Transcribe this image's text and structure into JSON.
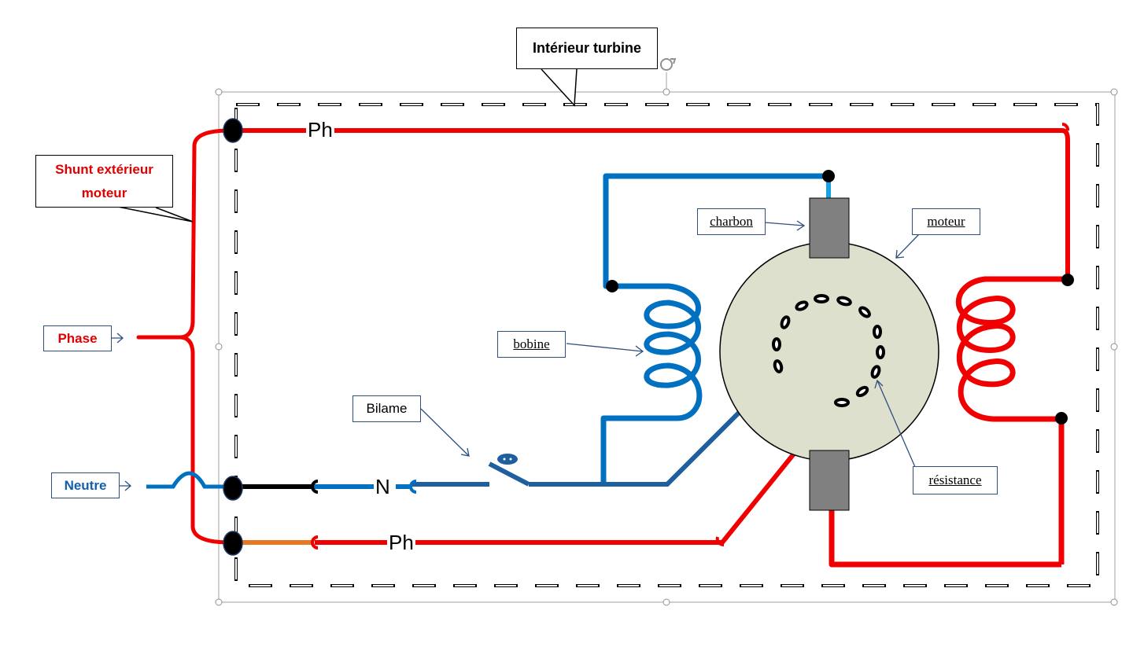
{
  "labels": {
    "interieur_turbine": "Intérieur turbine",
    "shunt": "Shunt extérieur moteur",
    "phase": "Phase",
    "neutre": "Neutre",
    "bilame": "Bilame",
    "bobine": "bobine",
    "charbon": "charbon",
    "moteur": "moteur",
    "resistance": "résistance"
  },
  "wire_labels": {
    "ph_top": "Ph",
    "n": "N",
    "ph_bottom": "Ph"
  },
  "colors": {
    "phase": "#f00000",
    "neutral": "#0070c0",
    "dark_neutral": "#1f5fa0",
    "black_wire": "#000000",
    "orange_wire": "#e87722",
    "motor_fill": "#dce0cc",
    "brush_fill": "#808080",
    "phase_text": "#e00000",
    "neutre_text": "#1060b0"
  }
}
